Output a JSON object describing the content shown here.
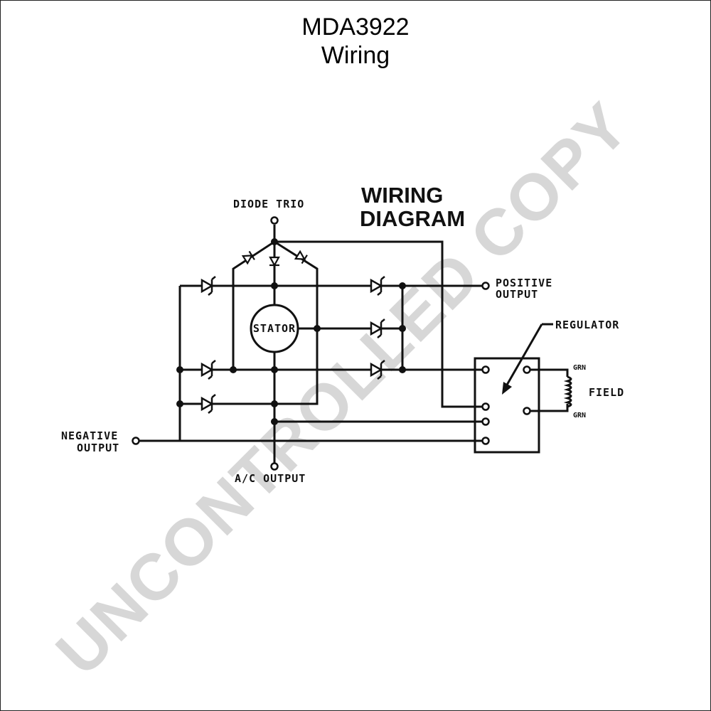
{
  "header": {
    "title": "MDA3922",
    "subtitle": "Wiring"
  },
  "diagram": {
    "heading_line1": "WIRING",
    "heading_line2": "DIAGRAM",
    "diode_trio": "DIODE TRIO",
    "positive_line1": "POSITIVE",
    "positive_line2": "OUTPUT",
    "negative_line1": "NEGATIVE",
    "negative_line2": "OUTPUT",
    "ac_output": "A/C OUTPUT",
    "stator": "STATOR",
    "regulator": "REGULATOR",
    "field": "FIELD",
    "grn_top": "GRN",
    "grn_bottom": "GRN"
  },
  "watermark": "UNCONTROLLED COPY"
}
